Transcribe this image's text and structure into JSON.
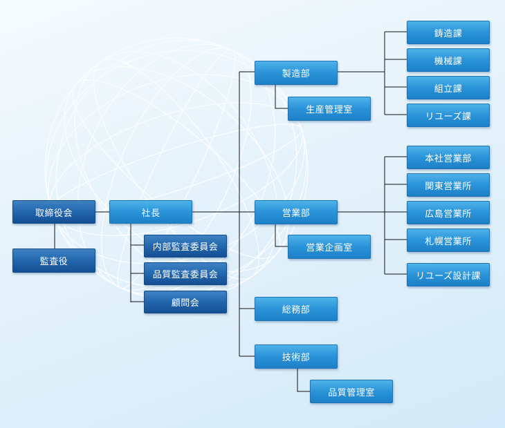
{
  "org": {
    "board": "取締役会",
    "auditor": "監査役",
    "president": "社長",
    "committees": [
      "内部監査委員会",
      "品質監査委員会",
      "顧問会"
    ],
    "manufacturing": {
      "name": "製造部",
      "office": "生産管理室",
      "sections": [
        "鋳造課",
        "機械課",
        "組立課",
        "リユーズ課"
      ]
    },
    "sales": {
      "name": "営業部",
      "office": "営業企画室",
      "offices": [
        "本社営業部",
        "関東営業所",
        "広島営業所",
        "札幌営業所",
        "リユーズ設計課"
      ]
    },
    "general_affairs": "総務部",
    "engineering": {
      "name": "技術部",
      "office": "品質管理室"
    }
  },
  "colors": {
    "dark_box": "#1f62aa",
    "light_box": "#2a93d8",
    "connector": "#111111",
    "globe": "#ffffff"
  }
}
